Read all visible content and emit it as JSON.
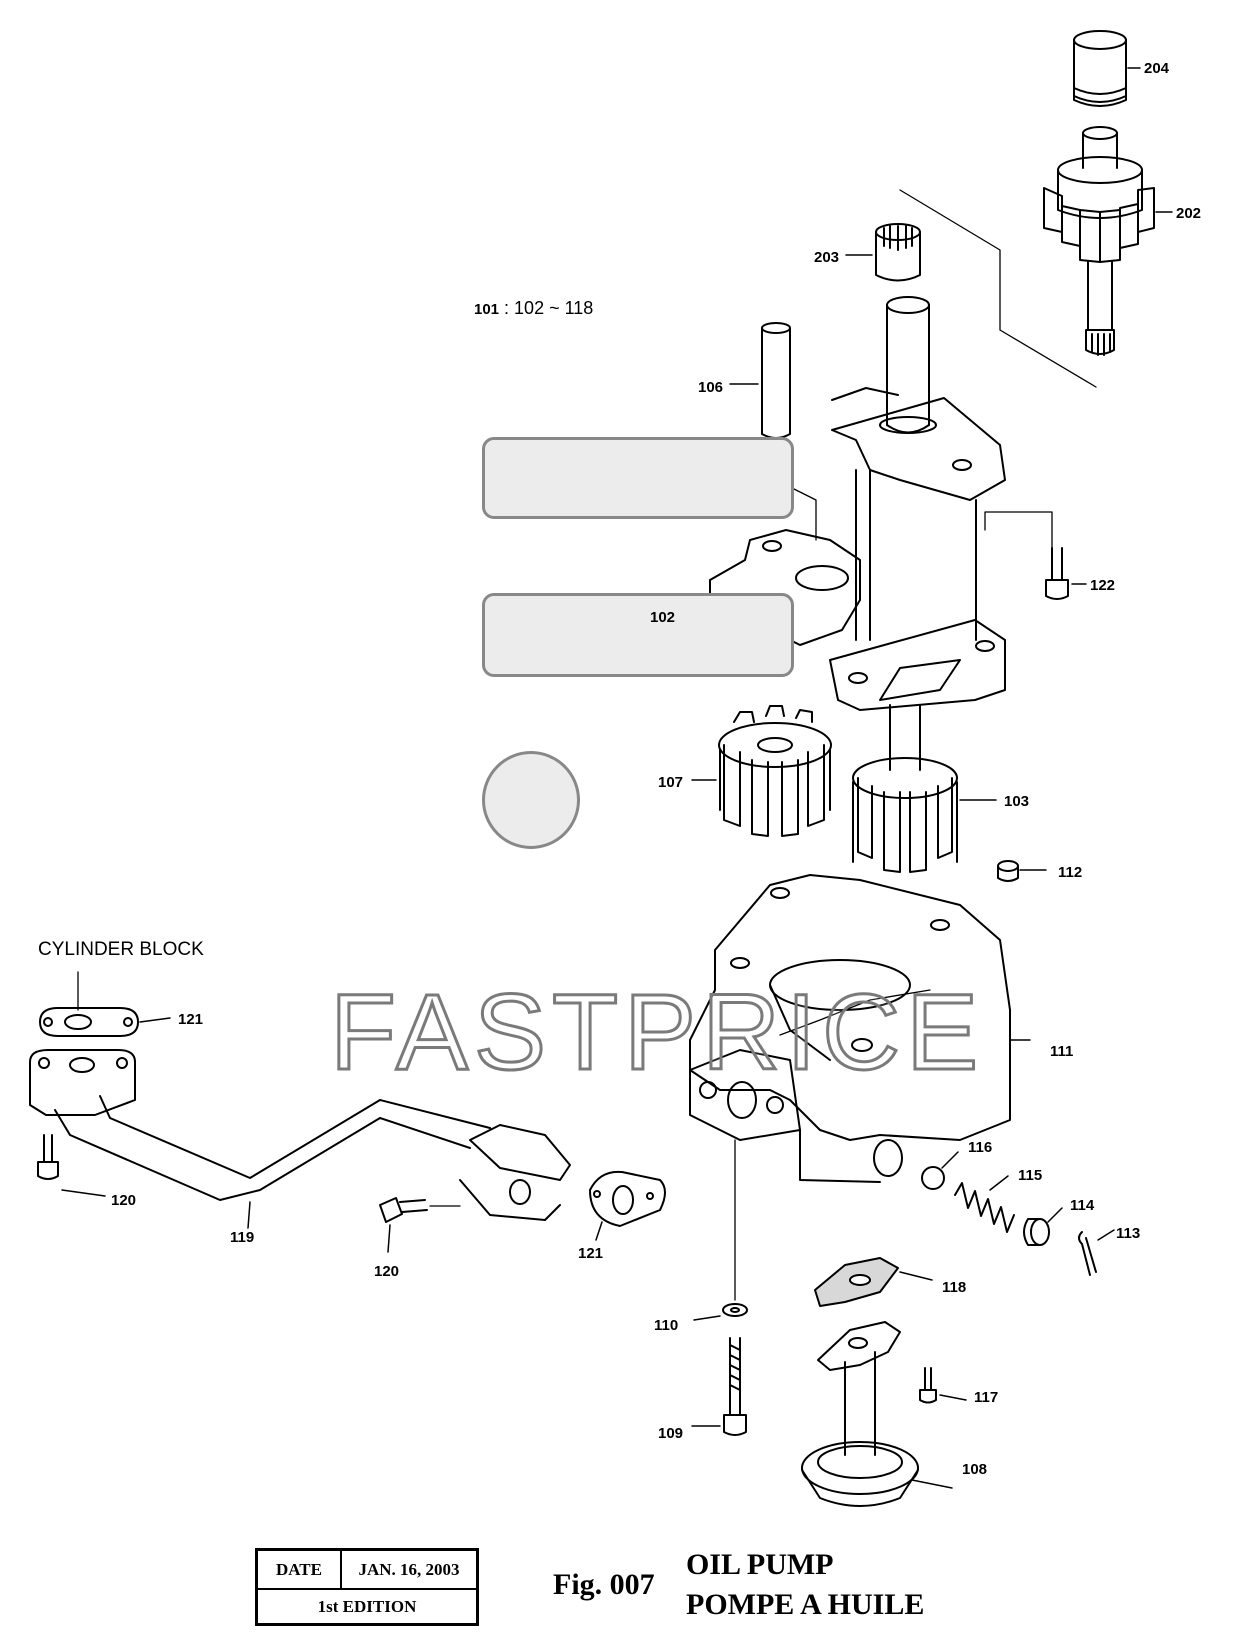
{
  "labels": {
    "p204": "204",
    "p202": "202",
    "p203": "203",
    "p106": "106",
    "p122": "122",
    "p102": "102",
    "p107": "107",
    "p103": "103",
    "p112": "112",
    "p111": "111",
    "p121a": "121",
    "p120a": "120",
    "p119": "119",
    "p120b": "120",
    "p121b": "121",
    "p116": "116",
    "p115": "115",
    "p114": "114",
    "p113": "113",
    "p118": "118",
    "p110": "110",
    "p117": "117",
    "p109": "109",
    "p108": "108"
  },
  "assembly_note": {
    "number": "101",
    "range": ": 102 ~ 118"
  },
  "cylinder_block_label": "CYLINDER BLOCK",
  "watermark": "FASTPRICE",
  "title_block": {
    "date_label": "DATE",
    "date_value": "JAN. 16, 2003",
    "edition": "1st EDITION"
  },
  "figure": {
    "number": "Fig. 007",
    "title_en": "OIL PUMP",
    "title_fr": "POMPE A HUILE"
  }
}
